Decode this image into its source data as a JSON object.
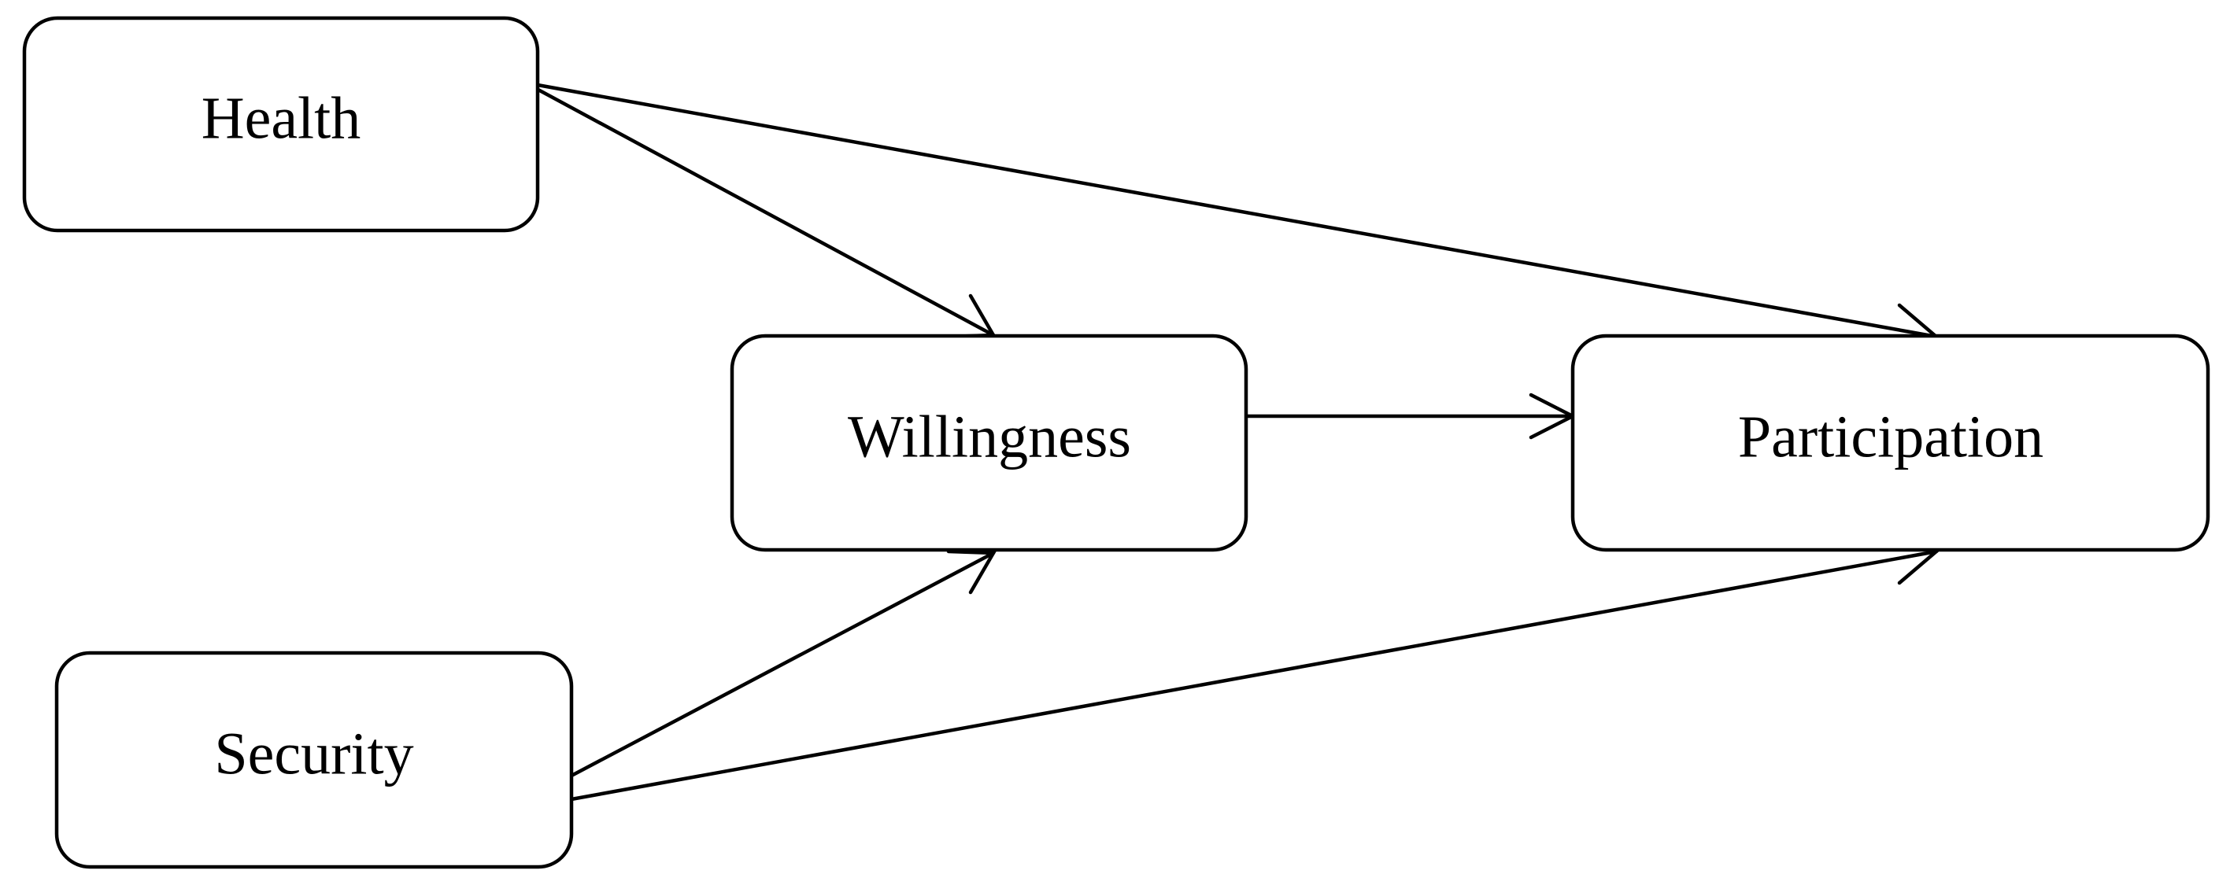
{
  "diagram": {
    "nodes": {
      "health": {
        "label": "Health"
      },
      "willingness": {
        "label": "Willingness"
      },
      "participation": {
        "label": "Participation"
      },
      "security": {
        "label": "Security"
      }
    },
    "edges": [
      {
        "from": "health",
        "to": "willingness"
      },
      {
        "from": "health",
        "to": "participation"
      },
      {
        "from": "willingness",
        "to": "participation"
      },
      {
        "from": "security",
        "to": "willingness"
      },
      {
        "from": "security",
        "to": "participation"
      }
    ],
    "colors": {
      "stroke": "#000000",
      "background": "#ffffff"
    }
  }
}
